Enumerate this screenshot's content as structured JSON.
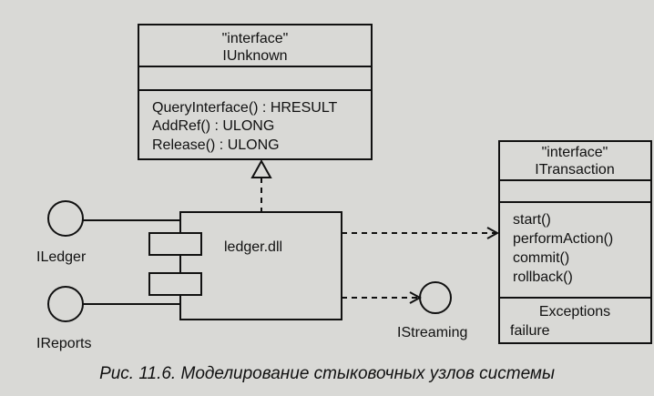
{
  "iunknown": {
    "stereotype": "\"interface\"",
    "name": "IUnknown",
    "operations": [
      "QueryInterface() : HRESULT",
      "AddRef() : ULONG",
      "Release() : ULONG"
    ]
  },
  "itransaction": {
    "stereotype": "\"interface\"",
    "name": "ITransaction",
    "operations": [
      "start()",
      "performAction()",
      "commit()",
      "rollback()"
    ],
    "exceptions_header": "Exceptions",
    "exceptions": [
      "failure"
    ]
  },
  "component": {
    "name": "ledger.dll"
  },
  "provided_interfaces": {
    "ledger": "ILedger",
    "reports": "IReports"
  },
  "required_interfaces": {
    "streaming": "IStreaming"
  },
  "caption": "Рис. 11.6. Моделирование стыковочных узлов системы"
}
